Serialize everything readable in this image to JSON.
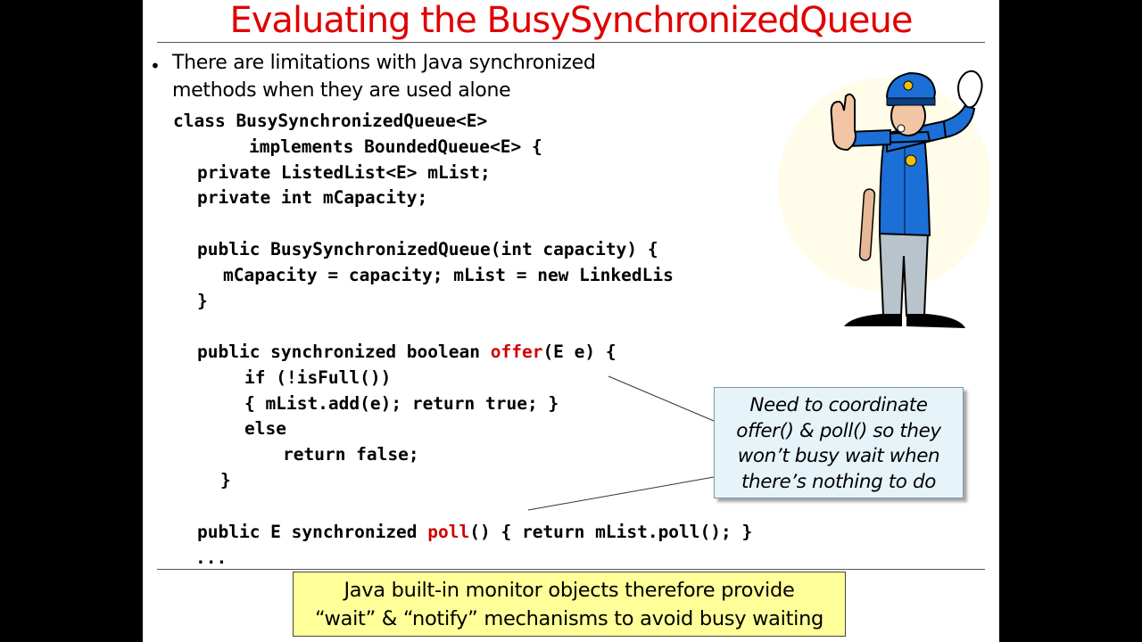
{
  "slide": {
    "title": "Evaluating the BusySynchronizedQueue",
    "bullet": {
      "line1": "There are limitations with Java synchronized",
      "line2": "methods when they are used alone"
    },
    "code": {
      "l1": "class BusySynchronizedQueue<E>",
      "l2": "implements BoundedQueue<E> {",
      "l3": "private ListedList<E> mList;",
      "l4": "private int mCapacity;",
      "l5": "public BusySynchronizedQueue(int capacity) {",
      "l6": "mCapacity = capacity; mList = new LinkedLis",
      "l7": "}",
      "l8_pre": "public synchronized boolean ",
      "l8_kw": "offer",
      "l8_post": "(E e) {",
      "l9": "if (!isFull())",
      "l10": "{ mList.add(e); return true; }",
      "l11": "else",
      "l12": "return false;",
      "l13": "}",
      "l14_pre": "public E synchronized ",
      "l14_kw": "poll",
      "l14_post": "() { return mList.poll(); }",
      "l15": "..."
    },
    "callout": {
      "line1": "Need to coordinate",
      "line2": "offer() & poll() so they",
      "line3": "won’t busy wait when",
      "line4": "there’s nothing to do"
    },
    "note": {
      "line1": "Java built-in monitor objects therefore provide",
      "line2": "“wait” & “notify” mechanisms to avoid busy waiting"
    },
    "colors": {
      "title": "#e00000",
      "keyword": "#d00000",
      "callout_bg": "#e6f4fa",
      "note_bg": "#ffff99"
    }
  }
}
